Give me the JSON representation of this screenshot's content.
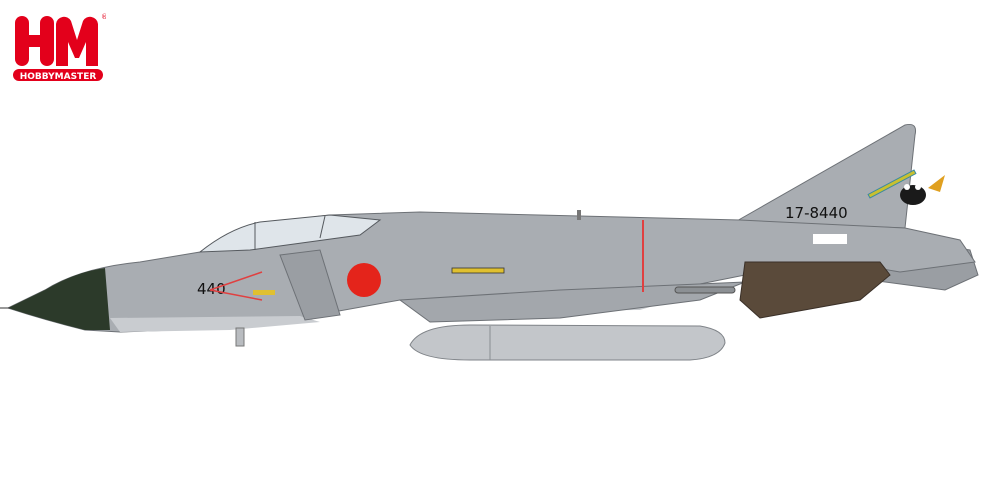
{
  "logo": {
    "letters": "HM",
    "brand": "HOBBYMASTER",
    "mark": "®",
    "color": "#e3001b"
  },
  "aircraft": {
    "nose_number": "440",
    "tail_code": "17-8440",
    "colors": {
      "body": "#a9adb2",
      "panel_light": "#c9ccd0",
      "radome": "#2c3a2a",
      "roundel": "#e4241b",
      "exhaust": "#5a4a3a",
      "stripe": "#e04040"
    }
  }
}
